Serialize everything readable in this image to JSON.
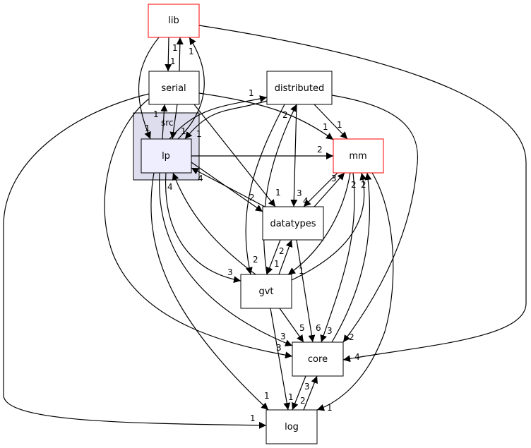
{
  "cluster": {
    "label": "src",
    "fill": "#ddddee"
  },
  "nodes": {
    "lib": "lib",
    "serial": "serial",
    "distributed": "distributed",
    "lp": "lp",
    "mm": "mm",
    "datatypes": "datatypes",
    "gvt": "gvt",
    "core": "core",
    "log": "log"
  },
  "colors": {
    "external_border": "#ff0000",
    "node_border": "#000000",
    "lp_fill": "#eeeeff"
  },
  "edges": [
    {
      "from": "lib",
      "to": "serial",
      "label": "1"
    },
    {
      "from": "serial",
      "to": "lib",
      "label": "1"
    },
    {
      "from": "lib",
      "to": "lp",
      "label": "1"
    },
    {
      "from": "lp",
      "to": "lib",
      "label": "1"
    },
    {
      "from": "serial",
      "to": "lp",
      "label": "1"
    },
    {
      "from": "lp",
      "to": "serial",
      "label": "1"
    },
    {
      "from": "lp",
      "to": "distributed",
      "label": "1"
    },
    {
      "from": "distributed",
      "to": "lp",
      "label": "1"
    },
    {
      "from": "lib",
      "to": "core",
      "label": "4"
    },
    {
      "from": "serial",
      "to": "mm",
      "label": "1"
    },
    {
      "from": "serial",
      "to": "datatypes",
      "label": "1"
    },
    {
      "from": "serial",
      "to": "log",
      "label": "1"
    },
    {
      "from": "serial",
      "to": "core",
      "label": "3"
    },
    {
      "from": "distributed",
      "to": "mm",
      "label": "1"
    },
    {
      "from": "distributed",
      "to": "datatypes",
      "label": "3"
    },
    {
      "from": "distributed",
      "to": "gvt",
      "label": "2"
    },
    {
      "from": "gvt",
      "to": "distributed",
      "label": "2"
    },
    {
      "from": "distributed",
      "to": "core",
      "label": "2"
    },
    {
      "from": "lp",
      "to": "mm",
      "label": "2"
    },
    {
      "from": "lp",
      "to": "datatypes",
      "label": "2"
    },
    {
      "from": "datatypes",
      "to": "lp",
      "label": "4"
    },
    {
      "from": "lp",
      "to": "gvt",
      "label": "3"
    },
    {
      "from": "gvt",
      "to": "lp",
      "label": "4"
    },
    {
      "from": "lp",
      "to": "core",
      "label": "3"
    },
    {
      "from": "lp",
      "to": "log",
      "label": "1"
    },
    {
      "from": "mm",
      "to": "datatypes",
      "label": "4"
    },
    {
      "from": "datatypes",
      "to": "mm",
      "label": "3"
    },
    {
      "from": "mm",
      "to": "gvt",
      "label": "1"
    },
    {
      "from": "gvt",
      "to": "mm",
      "label": "2"
    },
    {
      "from": "mm",
      "to": "core",
      "label": "3"
    },
    {
      "from": "core",
      "to": "mm",
      "label": "2"
    },
    {
      "from": "mm",
      "to": "log",
      "label": "1"
    },
    {
      "from": "datatypes",
      "to": "gvt",
      "label": "1"
    },
    {
      "from": "gvt",
      "to": "datatypes",
      "label": "2"
    },
    {
      "from": "datatypes",
      "to": "core",
      "label": "6"
    },
    {
      "from": "gvt",
      "to": "core",
      "label": "5"
    },
    {
      "from": "gvt",
      "to": "log",
      "label": "1"
    },
    {
      "from": "core",
      "to": "log",
      "label": "2"
    },
    {
      "from": "log",
      "to": "core",
      "label": "3"
    }
  ]
}
